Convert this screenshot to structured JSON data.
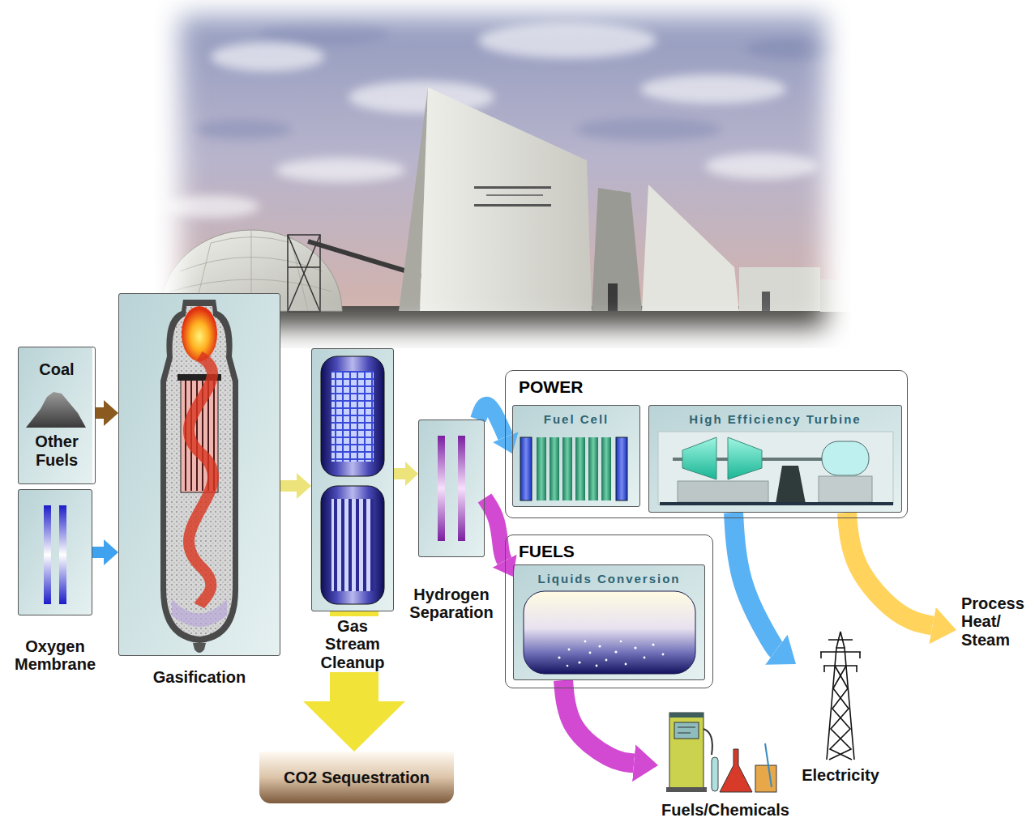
{
  "diagram": {
    "nodes": [
      {
        "text": [
          "Coal",
          "Other Fuels"
        ]
      },
      {
        "text": [
          "Oxygen Membrane"
        ]
      },
      {
        "text": [
          "Gasification"
        ]
      },
      {
        "text": [
          "Gas Stream Cleanup"
        ]
      },
      {
        "text": [
          "Hydrogen Separation"
        ]
      },
      {
        "text": [
          "POWER"
        ]
      },
      {
        "text": [
          "Fuel Cell"
        ],
        "in": 5
      },
      {
        "text": [
          "High Efficiency Turbine"
        ],
        "in": 5
      },
      {
        "text": [
          "FUELS"
        ]
      },
      {
        "text": [
          "Liquids Conversion"
        ],
        "in": 8
      },
      {
        "text": [
          "CO2 Sequestration"
        ]
      },
      {
        "text": [
          "Fuels/Chemicals"
        ]
      },
      {
        "text": [
          "Electricity"
        ]
      },
      {
        "text": [
          "Process Heat/ Steam"
        ]
      }
    ],
    "edges": [
      {
        "from": 0,
        "to": 2,
        "arrow": "to"
      },
      {
        "from": 1,
        "to": 2,
        "arrow": "to"
      },
      {
        "from": 2,
        "to": 3,
        "arrow": "to"
      },
      {
        "from": 3,
        "to": 4,
        "arrow": "to"
      },
      {
        "from": 3,
        "to": 10,
        "arrow": "to"
      },
      {
        "from": 4,
        "to": 6,
        "arrow": "to"
      },
      {
        "from": 4,
        "to": 9,
        "arrow": "to"
      },
      {
        "from": 7,
        "to": 12,
        "arrow": "to"
      },
      {
        "from": 7,
        "to": 13,
        "arrow": "to"
      },
      {
        "from": 9,
        "to": 11,
        "arrow": "to"
      }
    ]
  }
}
